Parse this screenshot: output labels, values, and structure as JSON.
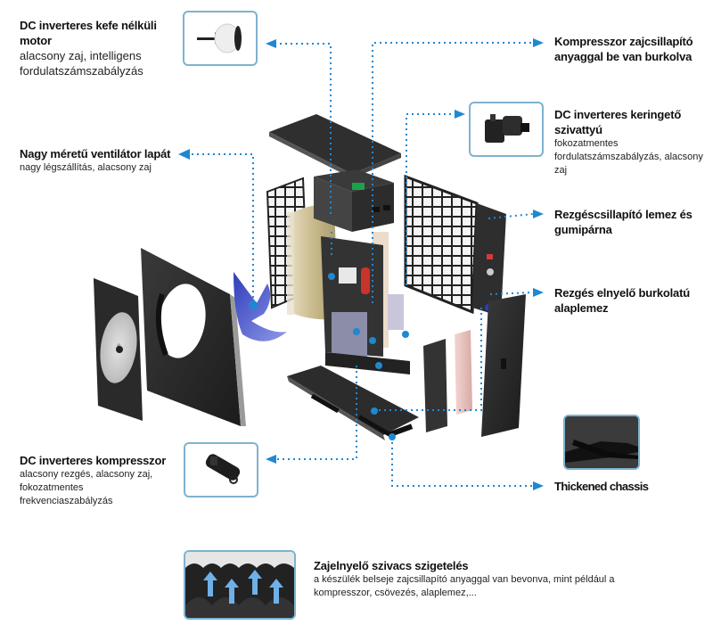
{
  "colors": {
    "accent": "#1e88d2",
    "thumb_border": "#7fb2cf",
    "panel_dark": "#2b2b2b",
    "coil": "#c9b98a",
    "fan": "#2f3fc4",
    "insulation_pink": "#e9c3c0"
  },
  "callouts": {
    "motor": {
      "title": "DC inverteres kefe nélküli motor",
      "title_line1": "DC inverteres kefe nélküli",
      "title_line2": "motor",
      "desc_line1": "alacsony zaj, intelligens",
      "desc_line2": "fordulatszámszabályzás",
      "icon": "motor-icon"
    },
    "fan": {
      "title": "Nagy méretű ventilátor lapát",
      "desc": "nagy légszállítás, alacsony zaj"
    },
    "compressor_cover": {
      "title_line1": "Kompresszor zajcsillapító",
      "title_line2": "anyaggal be van burkolva"
    },
    "pump": {
      "title_line1": "DC inverteres keringető",
      "title_line2": "szivattyú",
      "desc_line1": "fokozatmentes",
      "desc_line2": "fordulatszámszabályzás, alacsony",
      "desc_line3": "zaj",
      "icon": "pump-icon"
    },
    "damping_plate": {
      "title_line1": "Rezgéscsillapító lemez és",
      "title_line2": "gumipárna"
    },
    "base_plate": {
      "title_line1": "Rezgés elnyelő burkolatú",
      "title_line2": "alaplemez"
    },
    "compressor": {
      "title": "DC inverteres kompresszor",
      "desc_line1": "alacsony rezgés, alacsony zaj,",
      "desc_line2": "fokozatmentes",
      "desc_line3": "frekvenciaszabályzás",
      "icon": "compressor-icon"
    },
    "chassis": {
      "title": "Thickened chassis",
      "icon": "chassis-icon"
    },
    "foam": {
      "title": "Zajelnyelő szivacs szigetelés",
      "desc_line1": "a készülék belseje zajcsillapító anyaggal van bevonva, mint például a",
      "desc_line2": "kompresszor, csövezés, alaplemez,...",
      "icon": "foam-insulation-icon"
    }
  }
}
